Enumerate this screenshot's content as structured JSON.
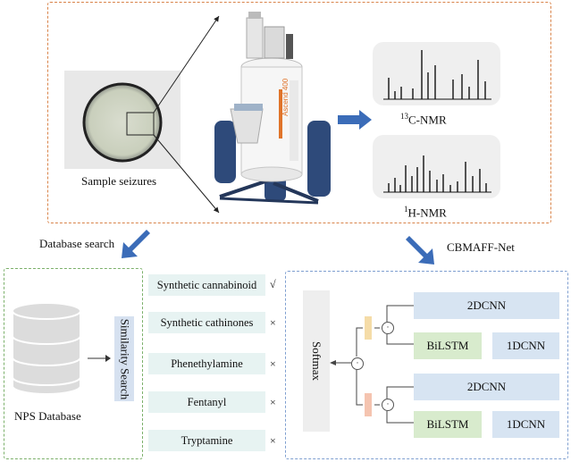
{
  "top": {
    "sample_label": "Sample seizures",
    "c_nmr": {
      "sup": "13",
      "label": "C-NMR"
    },
    "h_nmr": {
      "sup": "1",
      "label": "H-NMR"
    },
    "magnet_brand": "Ascend 400"
  },
  "flows": {
    "left_label": "Database search",
    "right_label": "CBMAFF-Net"
  },
  "database": {
    "label": "NPS Database",
    "search_label": "Similarity Search"
  },
  "classes": [
    {
      "name": "Synthetic cannabinoid",
      "mark": "√"
    },
    {
      "name": "Synthetic cathinones",
      "mark": "×"
    },
    {
      "name": "Phenethylamine",
      "mark": "×"
    },
    {
      "name": "Fentanyl",
      "mark": "×"
    },
    {
      "name": "Tryptamine",
      "mark": "×"
    }
  ],
  "network": {
    "softmax_label": "Softmax",
    "top_branch": {
      "cnn2d": "2DCNN",
      "bilstm": "BiLSTM",
      "cnn1d": "1DCNN"
    },
    "bottom_branch": {
      "cnn2d": "2DCNN",
      "bilstm": "BiLSTM",
      "cnn1d": "1DCNN"
    },
    "dot_symbol": "·"
  },
  "colors": {
    "orange_border": "#d9844a",
    "green_border": "#7bb06a",
    "blue_border": "#7f9fd0",
    "arrow": "#3b6cb8",
    "class_fill": "#e7f3f2",
    "cnn_fill": "#d7e4f2",
    "bilstm_fill": "#d8ebcd"
  }
}
